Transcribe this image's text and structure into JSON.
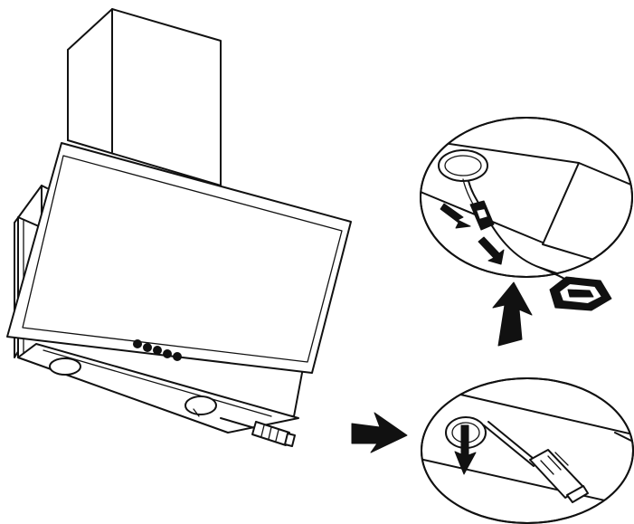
{
  "figure": {
    "kind": "installation-diagram",
    "line_color": "#111111",
    "background": "#ffffff",
    "icons": [
      "cooker-hood",
      "screwdriver",
      "filter-ring",
      "wire-connector",
      "cable-clamp",
      "arrow-right",
      "arrow-up",
      "arrow-down",
      "double-arrow"
    ],
    "button_count": 5,
    "detail_views": 2
  }
}
